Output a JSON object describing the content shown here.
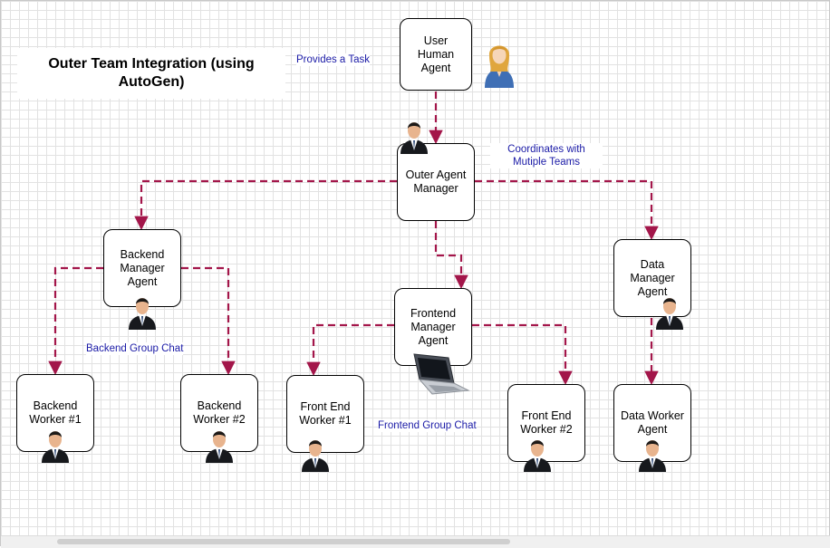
{
  "title": "Outer Team Integration (using AutoGen)",
  "captions": {
    "provides_task": "Provides a Task",
    "coordinates": "Coordinates with Mutiple Teams",
    "backend_chat": "Backend Group Chat",
    "frontend_chat": "Frontend Group Chat"
  },
  "nodes": {
    "user_human_agent": "User Human Agent",
    "outer_agent_manager": "Outer Agent Manager",
    "backend_manager_agent": "Backend Manager Agent",
    "frontend_manager_agent": "Frontend Manager Agent",
    "data_manager_agent": "Data Manager Agent",
    "backend_worker_1": "Backend Worker #1",
    "backend_worker_2": "Backend Worker #2",
    "front_end_worker_1": "Front End Worker #1",
    "front_end_worker_2": "Front End Worker #2",
    "data_worker_agent": "Data Worker Agent"
  },
  "colors": {
    "edge": "#a3164a",
    "caption_text": "#1a1aa6",
    "grid": "#e2e2e2"
  },
  "icons": [
    "businessman-icon",
    "businesswoman-icon",
    "laptop-icon"
  ]
}
